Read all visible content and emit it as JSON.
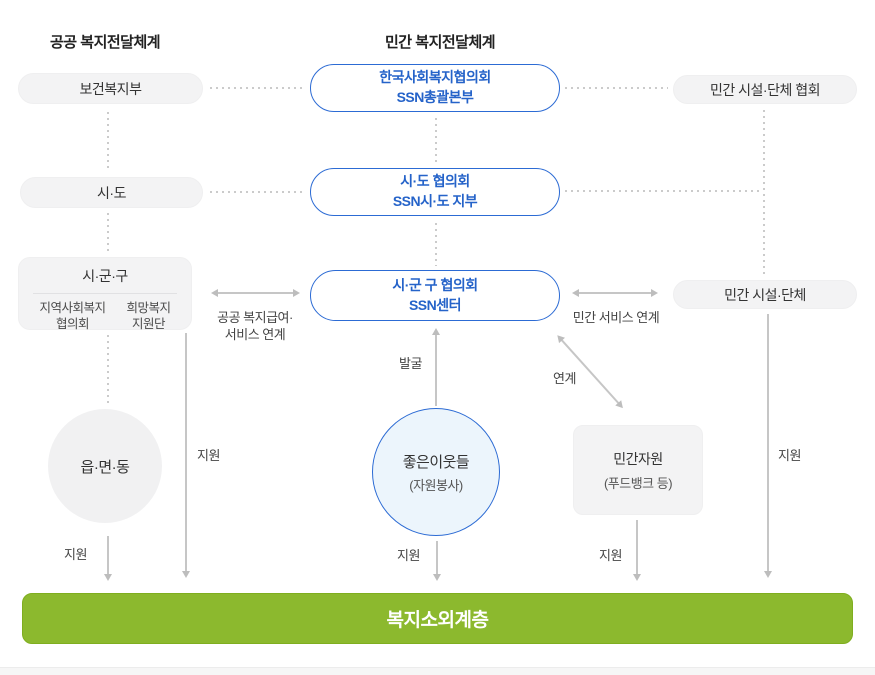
{
  "headers": {
    "public": "공공 복지전달체계",
    "private": "민간 복지전달체계"
  },
  "public_column": {
    "mohw": "보건복지부",
    "sido": "시·도",
    "sigungu": {
      "title": "시·군·구",
      "sub_left": "지역사회복지\n협의회",
      "sub_right": "희망복지\n지원단"
    },
    "eupmyeondong": "읍·면·동"
  },
  "private_column": {
    "kncsw": "한국사회복지협의회\nSSN총괄본부",
    "sido_council": "시·도 협의회\nSSN시·도 지부",
    "sigungu_council": "시·군 구 협의회\nSSN센터",
    "good_neighbors": {
      "name": "좋은이웃들",
      "sub": "(자원봉사)"
    }
  },
  "right_column": {
    "assoc": "민간 시설·단체 협회",
    "org": "민간 시설·단체",
    "resources": {
      "name": "민간자원",
      "sub": "(푸드뱅크 등)"
    }
  },
  "arrow_labels": {
    "public_link": "공공 복지급여·\n서비스 연계",
    "private_link": "민간 서비스 연계",
    "discover": "발굴",
    "link": "연계",
    "support": "지원"
  },
  "bottom_bar": "복지소외계층",
  "colors": {
    "accent_blue": "#2c6bd4",
    "blue_circle_fill": "#ecf5fc",
    "gray_fill": "#f3f3f4",
    "green": "#8cb92e",
    "connector_gray": "#c6c6c6"
  }
}
